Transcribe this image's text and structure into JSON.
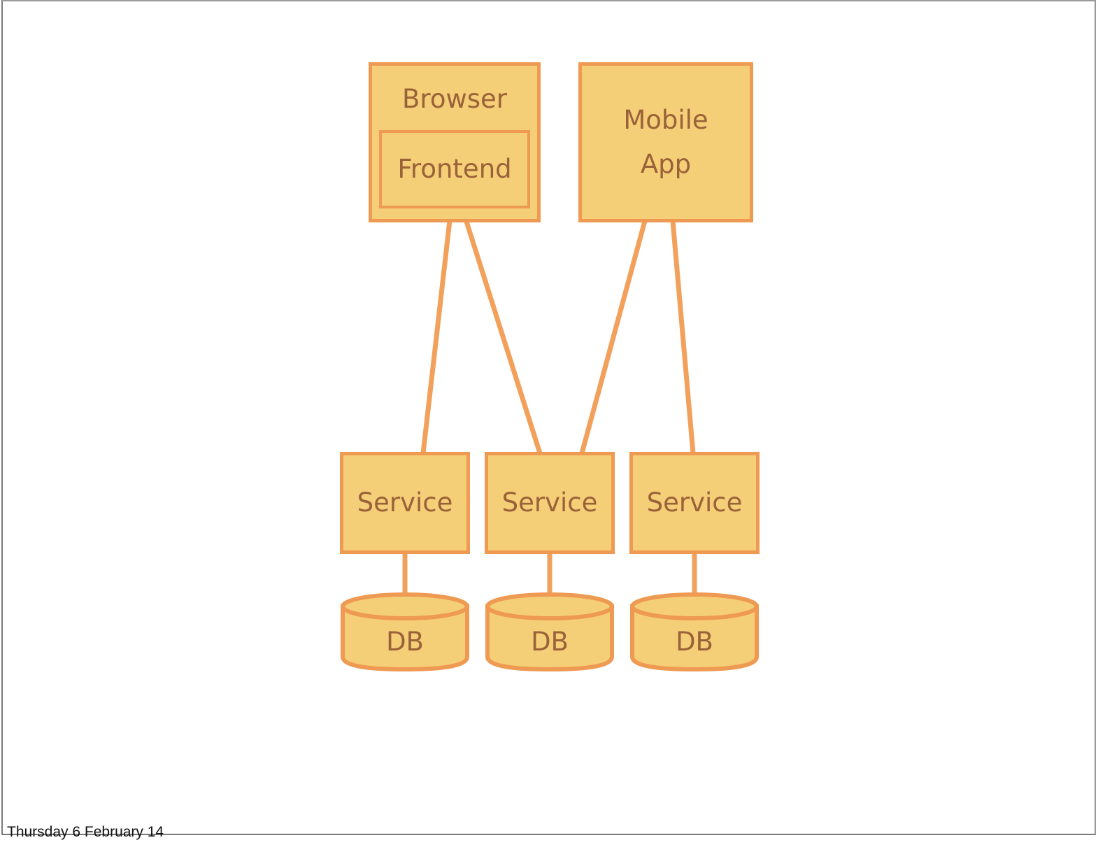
{
  "slide": {
    "footer_date": "Thursday 6 February 14",
    "background_color": "#ffffff",
    "frame_color": "#7b7b7e"
  },
  "theme": {
    "node_fill": "#f5ce78",
    "node_stroke": "#ee9a52",
    "node_text": "#9a6238",
    "edge_stroke": "#f2a15c"
  },
  "diagram": {
    "type": "architecture-diagram",
    "nodes": {
      "browser": {
        "label": "Browser",
        "shape": "rectangle"
      },
      "frontend": {
        "label": "Frontend",
        "shape": "rectangle"
      },
      "mobile_app": {
        "label_line_1": "Mobile",
        "label_line_2": "App",
        "shape": "rectangle"
      },
      "services": [
        {
          "label": "Service"
        },
        {
          "label": "Service"
        },
        {
          "label": "Service"
        }
      ],
      "databases": [
        {
          "label": "DB",
          "shape": "cylinder"
        },
        {
          "label": "DB",
          "shape": "cylinder"
        },
        {
          "label": "DB",
          "shape": "cylinder"
        }
      ]
    },
    "edges": [
      {
        "from": "frontend",
        "to": "service-1"
      },
      {
        "from": "frontend",
        "to": "service-2"
      },
      {
        "from": "mobile_app",
        "to": "service-2"
      },
      {
        "from": "mobile_app",
        "to": "service-3"
      },
      {
        "from": "service-1",
        "to": "db-1"
      },
      {
        "from": "service-2",
        "to": "db-2"
      },
      {
        "from": "service-3",
        "to": "db-3"
      }
    ]
  }
}
